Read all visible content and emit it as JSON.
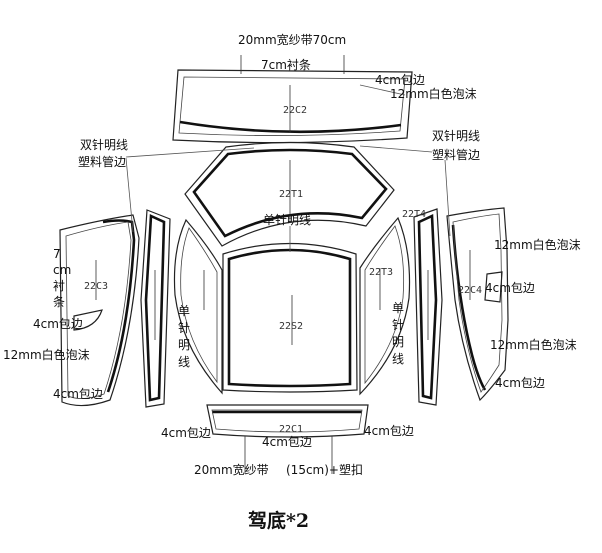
{
  "title": "驾底*2",
  "pieces": {
    "p22c2": "22C2",
    "p22t1": "22T1",
    "p22t4": "22T4",
    "p22c3": "22C3",
    "p22t3": "22T3",
    "p22s2": "22S2",
    "p22c4": "22C4",
    "p22c1": "22C1"
  },
  "labels": {
    "top_tape": "20mm宽纱带70cm",
    "top_lining": "7cm衬条",
    "top_edge": "4cm包边",
    "top_foam": "12mm白色泡沫",
    "left_double_1": "双针明线",
    "left_double_2": "塑料管边",
    "right_double_1": "双针明线",
    "right_double_2": "塑料管边",
    "center_single": "单针明线",
    "left_lining_1": "7",
    "left_lining_2": "cm",
    "left_lining_3": "衬",
    "left_lining_4": "条",
    "left_edge_1": "4cm包边",
    "left_foam": "12mm白色泡沫",
    "left_edge_2": "4cm包边",
    "left_single_1": "单",
    "left_single_2": "针",
    "left_single_3": "明",
    "left_single_4": "线",
    "right_single_1": "单",
    "right_single_2": "针",
    "right_single_3": "明",
    "right_single_4": "线",
    "right_foam_1": "12mm白色泡沫",
    "right_edge_1": "4cm包边",
    "right_foam_2": "12mm白色泡沫",
    "right_edge_2": "4cm包边",
    "bottom_edge_left": "4cm包边",
    "bottom_edge_mid": "4cm包边",
    "bottom_edge_right": "4cm包边",
    "bottom_tape": "20mm宽纱带",
    "bottom_buckle": "(15cm)+塑扣"
  }
}
